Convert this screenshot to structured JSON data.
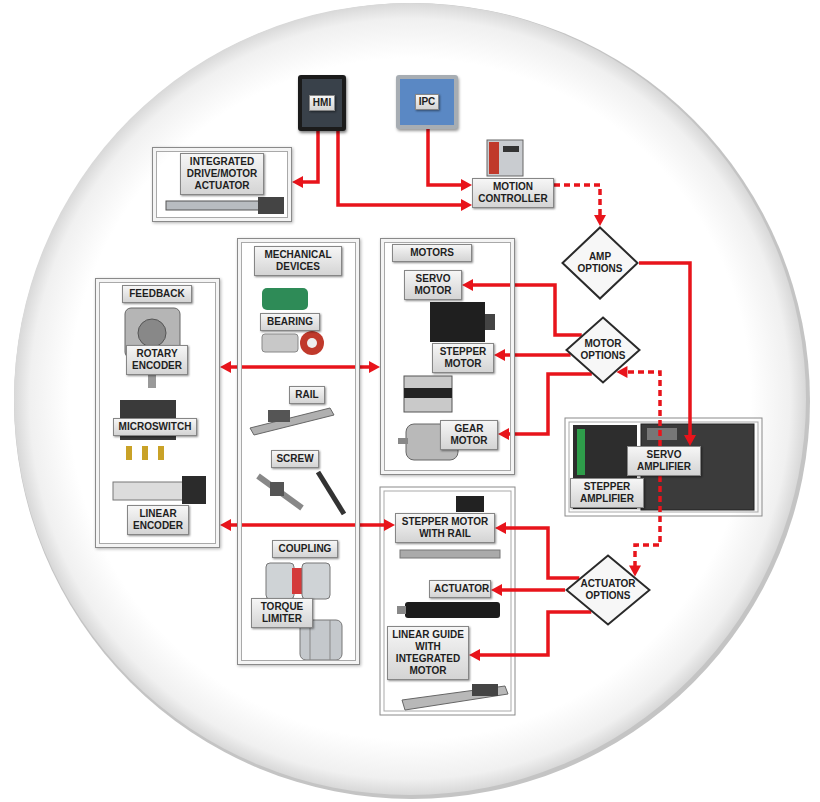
{
  "diagram": {
    "nodes": [
      {
        "text": [
          "HMI"
        ]
      },
      {
        "text": [
          "IPC"
        ]
      },
      {
        "text": [
          "INTEGRATED DRIVE/MOTOR ACTUATOR"
        ]
      },
      {
        "text": [
          "MOTION CONTROLLER"
        ]
      },
      {
        "text": [
          "AMP OPTIONS"
        ]
      },
      {
        "text": [
          "FEEDBACK"
        ]
      },
      {
        "text": [
          "ROTARY ENCODER"
        ],
        "in": 5
      },
      {
        "text": [
          "MICROSWITCH"
        ],
        "in": 5
      },
      {
        "text": [
          "LINEAR ENCODER"
        ],
        "in": 5
      },
      {
        "text": [
          "MECHANICAL DEVICES"
        ]
      },
      {
        "text": [
          "BEARING"
        ],
        "in": 9
      },
      {
        "text": [
          "RAIL"
        ],
        "in": 9
      },
      {
        "text": [
          "SCREW"
        ],
        "in": 9
      },
      {
        "text": [
          "COUPLING"
        ],
        "in": 9
      },
      {
        "text": [
          "TORQUE LIMITER"
        ],
        "in": 9
      },
      {
        "text": [
          "MOTORS"
        ]
      },
      {
        "text": [
          "SERVO MOTOR"
        ],
        "in": 15
      },
      {
        "text": [
          "STEPPER MOTOR"
        ],
        "in": 15
      },
      {
        "text": [
          "GEAR MOTOR"
        ],
        "in": 15
      },
      {
        "text": [
          "MOTOR OPTIONS"
        ]
      },
      {
        "text": [
          "SERVO AMPLIFIER"
        ]
      },
      {
        "text": [
          "STEPPER AMPLIFIER"
        ]
      },
      {
        "text": [
          "STEPPER MOTOR WITH RAIL"
        ]
      },
      {
        "text": [
          "ACTUATOR"
        ]
      },
      {
        "text": [
          "LINEAR GUIDE WITH INTEGRATED MOTOR"
        ]
      },
      {
        "text": [
          "ACTUATOR OPTIONS"
        ]
      }
    ],
    "edges": [
      {
        "from": 0,
        "to": 2,
        "arrow": "to"
      },
      {
        "from": 0,
        "to": 3,
        "arrow": "to"
      },
      {
        "from": 1,
        "to": 3,
        "arrow": "to"
      },
      {
        "from": 3,
        "to": 4,
        "arrow": "to"
      },
      {
        "from": 4,
        "to": 20,
        "arrow": "to"
      },
      {
        "from": 19,
        "to": 16,
        "arrow": "to"
      },
      {
        "from": 19,
        "to": 17,
        "arrow": "to"
      },
      {
        "from": 19,
        "to": 18,
        "arrow": "to"
      },
      {
        "from": 20,
        "to": 19,
        "arrow": "to"
      },
      {
        "from": 20,
        "to": 25,
        "arrow": "to"
      },
      {
        "from": 25,
        "to": 22,
        "arrow": "to"
      },
      {
        "from": 25,
        "to": 23,
        "arrow": "to"
      },
      {
        "from": 25,
        "to": 24,
        "arrow": "to"
      },
      {
        "from": 5,
        "to": 15,
        "arrow": "both"
      },
      {
        "from": 5,
        "to": 22,
        "arrow": "both"
      }
    ]
  }
}
